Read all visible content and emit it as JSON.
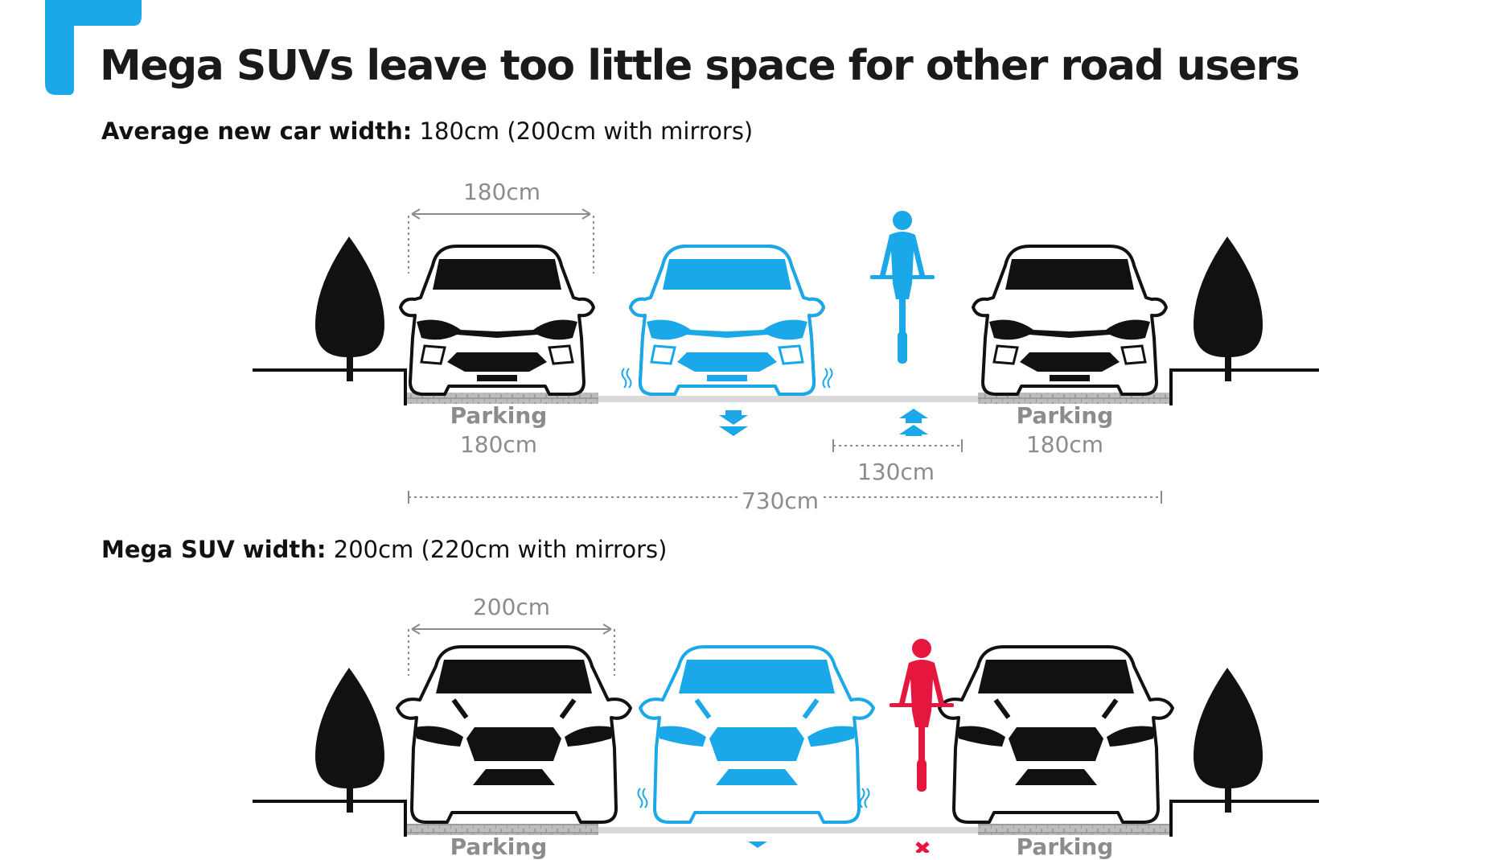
{
  "title": "Mega SUVs leave too little space for other road users",
  "colors": {
    "accent": "#1aa8e8",
    "black": "#111111",
    "grey": "#8c8c8c",
    "danger": "#e5173f"
  },
  "section1": {
    "subtitle_bold": "Average new car width:",
    "subtitle_rest": " 180cm (200cm with mirrors)",
    "car_width": "180cm",
    "parking_label": "Parking",
    "parking_width": "180cm",
    "cycle_gap": "130cm",
    "total_width": "730cm"
  },
  "section2": {
    "subtitle_bold": "Mega SUV width:",
    "subtitle_rest": " 200cm (220cm with mirrors)",
    "car_width": "200cm",
    "parking_label": "Parking"
  }
}
